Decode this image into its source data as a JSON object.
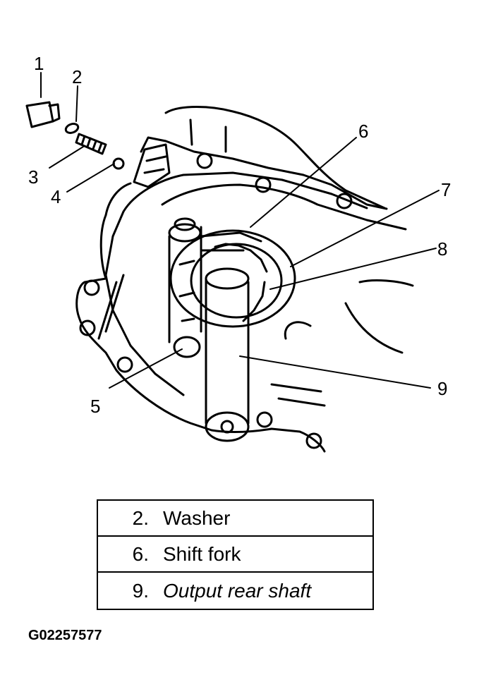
{
  "callouts": [
    {
      "id": "1",
      "label": "1"
    },
    {
      "id": "2",
      "label": "2"
    },
    {
      "id": "3",
      "label": "3"
    },
    {
      "id": "4",
      "label": "4"
    },
    {
      "id": "5",
      "label": "5"
    },
    {
      "id": "6",
      "label": "6"
    },
    {
      "id": "7",
      "label": "7"
    },
    {
      "id": "8",
      "label": "8"
    },
    {
      "id": "9",
      "label": "9"
    }
  ],
  "legend": [
    {
      "number": "2.",
      "label": "Washer",
      "italic": false
    },
    {
      "number": "6.",
      "label": "Shift fork",
      "italic": false
    },
    {
      "number": "9.",
      "label": "Output rear shaft",
      "italic": true
    }
  ],
  "figure_code": "G02257577"
}
